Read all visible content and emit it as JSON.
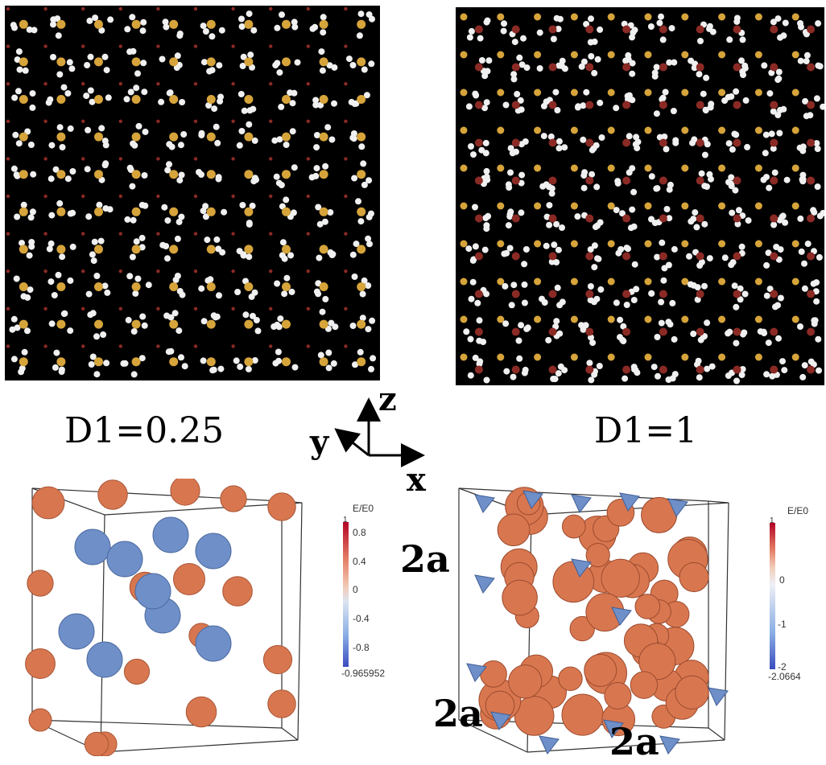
{
  "labels": {
    "left": "D1=0.25",
    "right": "D1=1"
  },
  "axes": {
    "x": "x",
    "y": "y",
    "z": "z"
  },
  "dimensions": {
    "side_a": "2a",
    "side_b": "2a",
    "side_c": "2a"
  },
  "colorbar_left": {
    "title": "E/E0",
    "max_label": "1",
    "ticks": [
      "0.8",
      "0.4",
      "0",
      "-0.4",
      "-0.8"
    ],
    "min_label": "-0.965952"
  },
  "colorbar_right": {
    "title": "E/E0",
    "max_label": "1",
    "ticks": [
      "0",
      "-1",
      "-2"
    ],
    "min_label": "-2.0664"
  },
  "colors": {
    "gold_atom": "#d6a43a",
    "red_atom": "#8b2a25",
    "white_atom": "#f0f0f0",
    "isosurface_orange": "#d8774f",
    "isosurface_blue": "#6f8fc8"
  }
}
